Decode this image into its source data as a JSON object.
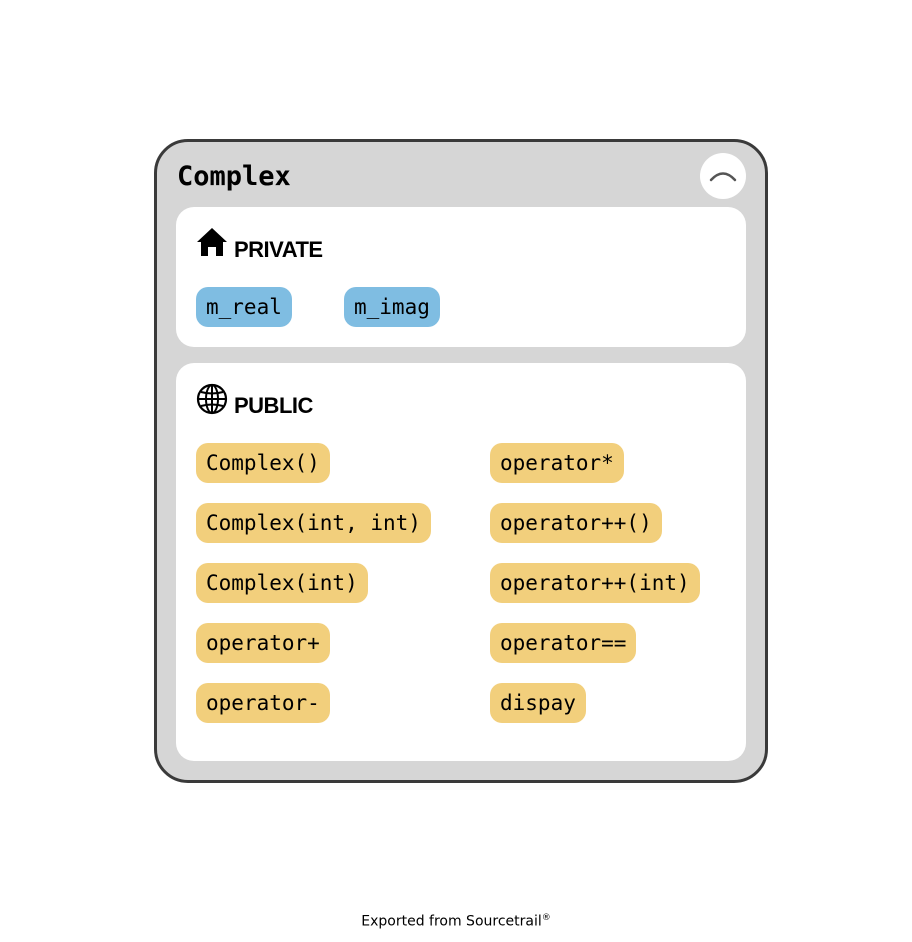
{
  "class_node": {
    "name": "Complex",
    "collapse_icon": "chevron-up-icon",
    "sections": [
      {
        "label": "PRIVATE",
        "icon": "house-icon",
        "members": [
          {
            "text": "m_real",
            "kind": "field"
          },
          {
            "text": "m_imag",
            "kind": "field"
          }
        ]
      },
      {
        "label": "PUBLIC",
        "icon": "globe-icon",
        "members": [
          {
            "text": "Complex()",
            "kind": "method"
          },
          {
            "text": "Complex(int, int)",
            "kind": "method"
          },
          {
            "text": "Complex(int)",
            "kind": "method"
          },
          {
            "text": "operator+",
            "kind": "method"
          },
          {
            "text": "operator-",
            "kind": "method"
          },
          {
            "text": "operator*",
            "kind": "method"
          },
          {
            "text": "operator++()",
            "kind": "method"
          },
          {
            "text": "operator++(int)",
            "kind": "method"
          },
          {
            "text": "operator==",
            "kind": "method"
          },
          {
            "text": "dispay",
            "kind": "method"
          }
        ]
      }
    ]
  },
  "colors": {
    "node_background": "#d6d6d6",
    "node_border": "#3a3a3a",
    "field_badge": "#7fbde2",
    "method_badge": "#f2cf7c"
  },
  "footer": {
    "text": "Exported from Sourcetrail",
    "mark": "®"
  }
}
